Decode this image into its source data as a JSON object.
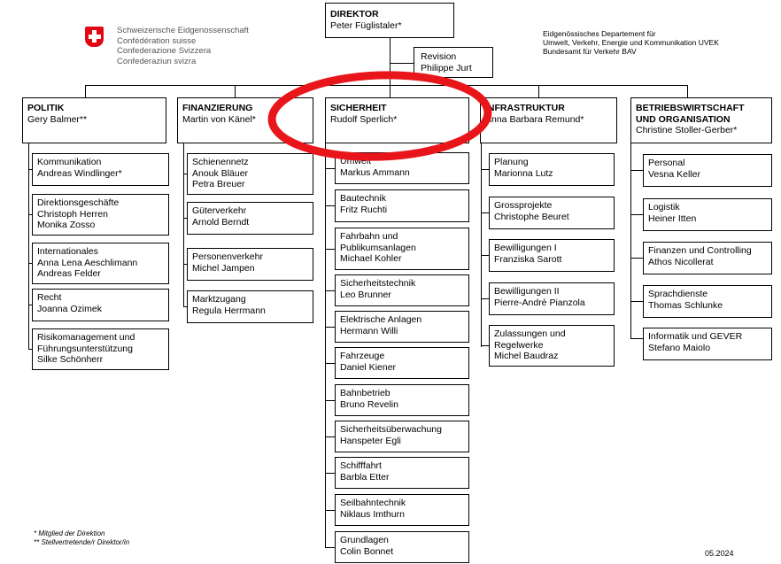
{
  "logo_lines": [
    "Schweizerische Eidgenossenschaft",
    "Confédération suisse",
    "Confederazione Svizzera",
    "Confederaziun svizra"
  ],
  "department_lines": [
    "Eidgenössisches Departement für",
    "Umwelt, Verkehr, Energie und Kommunikation UVEK",
    "Bundesamt für Verkehr BAV"
  ],
  "director": {
    "title": "DIREKTOR",
    "name": "Peter Füglistaler*"
  },
  "revision": {
    "title": "Revision",
    "name": "Philippe Jurt"
  },
  "divisions": [
    {
      "title": [
        "POLITIK"
      ],
      "name": "Gery Balmer**",
      "units": [
        [
          "Kommunikation",
          "Andreas Windlinger*"
        ],
        [
          "Direktionsgeschäfte",
          "Christoph Herren",
          "Monika Zosso"
        ],
        [
          "Internationales",
          "Anna Lena Aeschlimann",
          "Andreas Felder"
        ],
        [
          "Recht",
          "Joanna Ozimek"
        ],
        [
          "Risikomanagement und",
          "Führungsunterstützung",
          "Silke Schönherr"
        ]
      ]
    },
    {
      "title": [
        "FINANZIERUNG"
      ],
      "name": "Martin von Känel*",
      "units": [
        [
          "Schienennetz",
          "Anouk Bläuer",
          "Petra Breuer"
        ],
        [
          "Güterverkehr",
          "Arnold Berndt"
        ],
        [
          "Personenverkehr",
          "Michel Jampen"
        ],
        [
          "Marktzugang",
          "Regula Herrmann"
        ]
      ]
    },
    {
      "title": [
        "SICHERHEIT"
      ],
      "name": "Rudolf Sperlich*",
      "units": [
        [
          "Umwelt",
          "Markus Ammann"
        ],
        [
          "Bautechnik",
          "Fritz Ruchti"
        ],
        [
          "Fahrbahn und",
          "Publikumsanlagen",
          "Michael Kohler"
        ],
        [
          "Sicherheitstechnik",
          "Leo Brunner"
        ],
        [
          "Elektrische Anlagen",
          "Hermann Willi"
        ],
        [
          "Fahrzeuge",
          "Daniel Kiener"
        ],
        [
          "Bahnbetrieb",
          "Bruno Revelin"
        ],
        [
          "Sicherheitsüberwachung",
          "Hanspeter Egli"
        ],
        [
          "Schifffahrt",
          "Barbla Etter"
        ],
        [
          "Seilbahntechnik",
          "Niklaus Imthurn"
        ],
        [
          "Grundlagen",
          "Colin Bonnet"
        ]
      ]
    },
    {
      "title": [
        "INFRASTRUKTUR"
      ],
      "name": "Anna Barbara Remund*",
      "units": [
        [
          "Planung",
          "Marionna Lutz"
        ],
        [
          "Grossprojekte",
          "Christophe Beuret"
        ],
        [
          "Bewilligungen I",
          "Franziska Sarott"
        ],
        [
          "Bewilligungen II",
          "Pierre-André Pianzola"
        ],
        [
          "Zulassungen und",
          "Regelwerke",
          "Michel Baudraz"
        ]
      ]
    },
    {
      "title": [
        "BETRIEBSWIRTSCHAFT",
        "UND ORGANISATION"
      ],
      "name": "Christine Stoller-Gerber*",
      "units": [
        [
          "Personal",
          "Vesna Keller"
        ],
        [
          "Logistik",
          "Heiner Itten"
        ],
        [
          "Finanzen und Controlling",
          "Athos Nicollerat"
        ],
        [
          "Sprachdienste",
          "Thomas Schlunke"
        ],
        [
          "Informatik und GEVER",
          "Stefano Maiolo"
        ]
      ]
    }
  ],
  "footnotes": [
    "*   Mitglied der Direktion",
    "**  Stellvertretende/r Direktor/in"
  ],
  "date": "05.2024",
  "colors": {
    "flag_red": "#e30613",
    "highlight_ellipse": "#e8161b"
  }
}
